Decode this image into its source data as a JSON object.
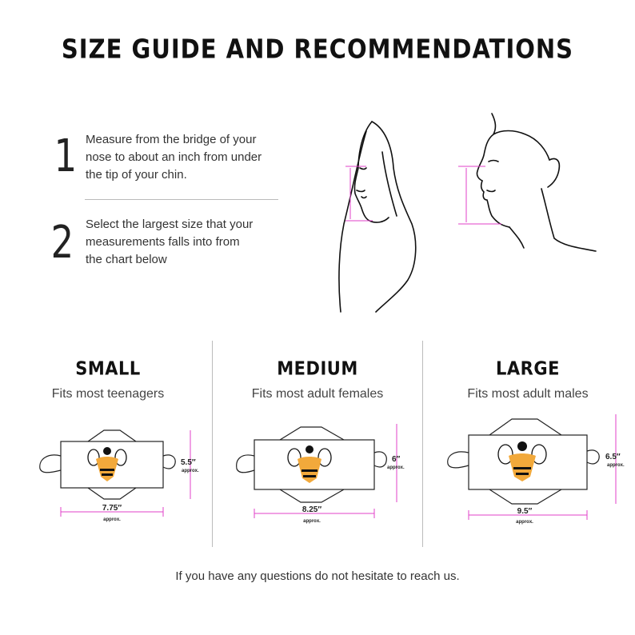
{
  "title": "SIZE GUIDE AND RECOMMENDATIONS",
  "steps": [
    {
      "number": "1",
      "text": "Measure from the bridge of your\nnose to about an inch from under\nthe tip of your chin."
    },
    {
      "number": "2",
      "text": "Select the largest size that your\nmeasurements falls into from\nthe chart below"
    }
  ],
  "sizes": [
    {
      "name": "SMALL",
      "desc": "Fits most teenagers",
      "width": "7.75″",
      "height": "5.5″",
      "approx": "approx."
    },
    {
      "name": "MEDIUM",
      "desc": "Fits most adult females",
      "width": "8.25″",
      "height": "6″",
      "approx": "approx."
    },
    {
      "name": "LARGE",
      "desc": "Fits most adult males",
      "width": "9.5″",
      "height": "6.5″",
      "approx": "approx."
    }
  ],
  "footer": "If you have any questions do not hesitate to reach us.",
  "colors": {
    "accent": "#e040c8",
    "bee_yellow": "#f2a93b",
    "ink": "#111111"
  }
}
